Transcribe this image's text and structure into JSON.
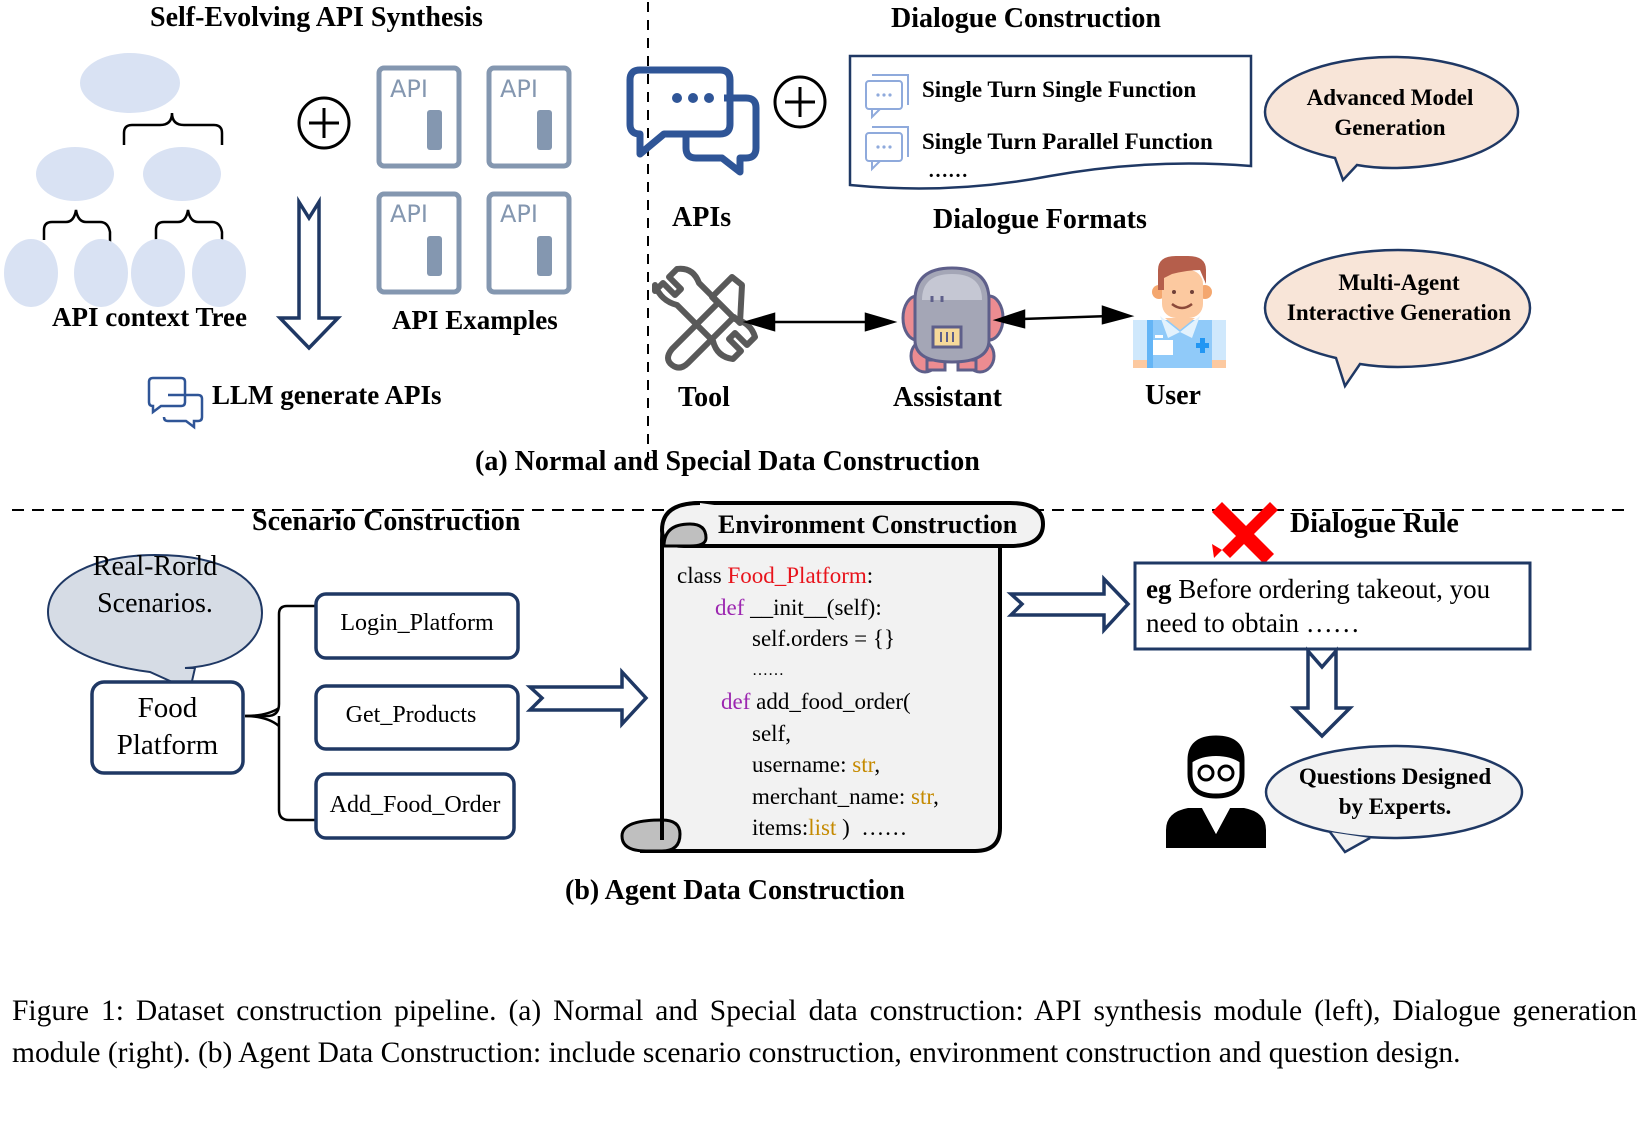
{
  "section_a": {
    "caption": "(a) Normal and Special Data Construction",
    "api_synthesis": {
      "title": "Self-Evolving API Synthesis",
      "tree_label": "API context Tree",
      "examples_label": "API  Examples",
      "api_card_text": "API",
      "output_label": "LLM generate APIs"
    },
    "dialogue_construction": {
      "title": "Dialogue Construction",
      "apis_label": "APIs",
      "formats": [
        "Single Turn Single Function",
        "Single Turn Parallel Function",
        "……"
      ],
      "formats_title": "Dialogue Formats",
      "bubble_advanced": [
        "Advanced Model",
        "Generation"
      ],
      "bubble_multi_agent": [
        "Multi-Agent",
        "Interactive Generation"
      ],
      "roles": {
        "tool": "Tool",
        "assistant": "Assistant",
        "user": "User"
      }
    }
  },
  "section_b": {
    "caption": "(b) Agent Data Construction",
    "scenario": {
      "title": "Scenario Construction",
      "bubble": [
        "Real-Rorld",
        "Scenarios."
      ],
      "root": [
        "Food",
        "Platform"
      ],
      "children": [
        "Login_Platform",
        "Get_Products",
        "Add_Food_Order"
      ]
    },
    "environment": {
      "title": "Environment Construction",
      "code": {
        "l1_kw": "class ",
        "l1_cls": "Food_Platform",
        "l1_end": ":",
        "l2_kw": "def ",
        "l2_rest": "__init__(self):",
        "l3": "self.orders = {}",
        "l4": "……",
        "l5_kw": "def ",
        "l5_rest": "add_food_order(",
        "l6": "self,",
        "l7_name": "username: ",
        "l7_type": "str",
        "l7_end": ",",
        "l8_name": "merchant_name: ",
        "l8_type": "str",
        "l8_end": ",",
        "l9_name": "items:",
        "l9_type": "list",
        "l9_end": " )  ……"
      }
    },
    "dialogue_rule": {
      "title": "Dialogue Rule",
      "example_prefix": "eg",
      "example_text_line1": " Before ordering takeout, you",
      "example_text_line2": "need to obtain ……",
      "expert_bubble": [
        "Questions  Designed",
        "by Experts."
      ]
    }
  },
  "figure_caption": "Figure 1: Dataset construction pipeline. (a) Normal and Special data construction: API synthesis module (left), Dialogue generation module (right). (b) Agent Data Construction: include scenario construction, environment construction and question design.",
  "colors": {
    "navy": "#1f3864",
    "tree_node": "#d9e2f3",
    "api_card": "#8497b0",
    "chat_blue": "#2f5597",
    "peach_bubble": "#f8e5d8",
    "grey_bubble": "#d6dce5",
    "red_icon": "#ff0000"
  }
}
